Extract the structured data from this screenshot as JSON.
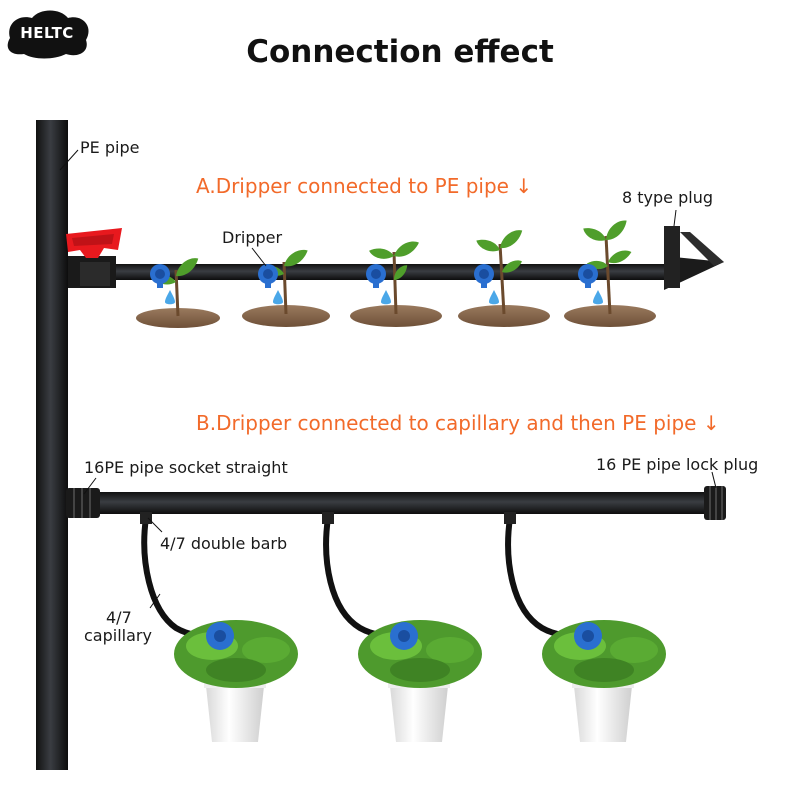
{
  "brand": {
    "logo_text": "HELTC"
  },
  "title": "Connection effect",
  "section_a": {
    "heading": "A.Dripper connected to PE pipe ↓",
    "labels": {
      "pe_pipe": "PE pipe",
      "dripper": "Dripper",
      "plug": "8 type plug"
    },
    "colors": {
      "valve": "#e8191e",
      "dripper": "#2a6fd0",
      "pipe": "#1d1f22",
      "soil": "#8a6a4f",
      "water": "#4aa7e8"
    }
  },
  "section_b": {
    "heading": "B.Dripper connected to capillary and then PE pipe ↓",
    "labels": {
      "socket": "16PE pipe socket straight",
      "lock_plug": "16 PE pipe lock plug",
      "barb": "4/7 double barb",
      "capillary_line1": "4/7",
      "capillary_line2": "capillary"
    }
  },
  "colors": {
    "accent_text": "#f26a2a"
  }
}
